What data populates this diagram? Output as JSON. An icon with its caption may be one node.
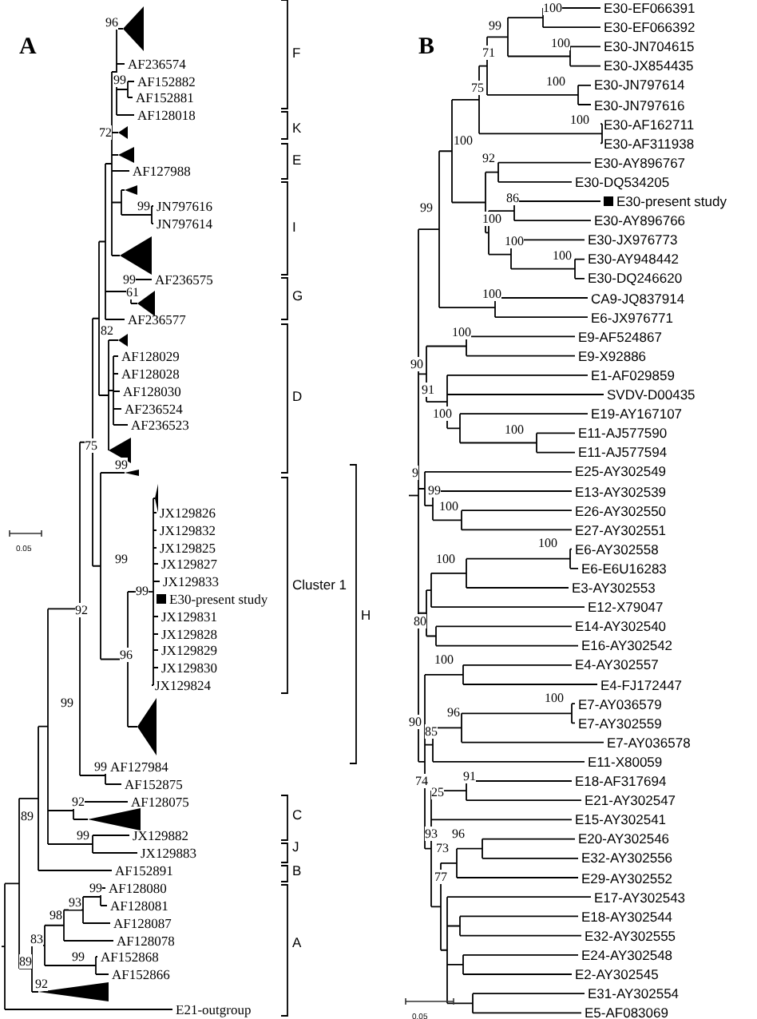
{
  "diagram": {
    "labels": [
      "A",
      "96",
      "AF236574",
      "99",
      "AF152882",
      "AF152881",
      "AF128018",
      "F",
      "72",
      "K",
      "E",
      "AF127988",
      "99",
      "JN797616",
      "JN797614",
      "I",
      "99",
      "AF236575",
      "61",
      "G",
      "AF236577",
      "82",
      "AF128029",
      "AF128028",
      "AF128030",
      "D",
      "AF236524",
      "AF236523",
      "75",
      "99",
      "JX129826",
      "JX129832",
      "0.05",
      "JX129825",
      "99",
      "JX129827",
      "JX129833",
      "Cluster 1",
      "99",
      "E30-present study",
      "92",
      "JX129831",
      "H",
      "JX129828",
      "JX129829",
      "96",
      "JX129830",
      "JX129824",
      "99",
      "99",
      "AF127984",
      "AF152875",
      "92",
      "AF128075",
      "89",
      "C",
      "99",
      "JX129882",
      "J",
      "JX129883",
      "AF152891",
      "B",
      "99",
      "AF128080",
      "93",
      "AF128081",
      "98",
      "AF128087",
      "83",
      "AF128078",
      "A",
      "99",
      "AF152868",
      "89",
      "AF152866",
      "92",
      "E21-outgroup",
      "B",
      "100",
      "E30-EF066391",
      "99",
      "E30-EF066392",
      "100",
      "E30-JN704615",
      "71",
      "E30-JX854435",
      "100",
      "75",
      "E30-JN797614",
      "E30-JN797616",
      "100",
      "E30-AF162711",
      "100",
      "E30-AF311938",
      "92",
      "E30-AY896767",
      "E30-DQ534205",
      "99",
      "86",
      "E30-present study",
      "100",
      "E30-AY896766",
      "100",
      "E30-JX976773",
      "100",
      "E30-AY948442",
      "E30-DQ246620",
      "100",
      "CA9-JQ837914",
      "E6-JX976771",
      "100",
      "E9-AF524867",
      "E9-X92886",
      "90",
      "E1-AF029859",
      "91",
      "SVDV-D00435",
      "100",
      "E19-AY167107",
      "100",
      "E11-AJ577590",
      "E11-AJ577594",
      "9",
      "E25-AY302549",
      "99",
      "E13-AY302539",
      "100",
      "E26-AY302550",
      "E27-AY302551",
      "100",
      "E6-AY302558",
      "100",
      "E6-E6U16283",
      "E3-AY302553",
      "E12-X79047",
      "80",
      "E14-AY302540",
      "E16-AY302542",
      "100",
      "E4-AY302557",
      "E4-FJ172447",
      "100",
      "E7-AY036579",
      "90",
      "96",
      "E7-AY302559",
      "85",
      "E7-AY036578",
      "E11-X80059",
      "91",
      "74",
      "E18-AF317694",
      "25",
      "E21-AY302547",
      "E15-AY302541",
      "93",
      "96",
      "E20-AY302546",
      "73",
      "E32-AY302556",
      "77",
      "E29-AY302552",
      "E17-AY302543",
      "E18-AY302544",
      "E32-AY302555",
      "E24-AY302548",
      "E2-AY302545",
      "E31-AY302554",
      "E5-AF083069",
      "0.05"
    ]
  }
}
